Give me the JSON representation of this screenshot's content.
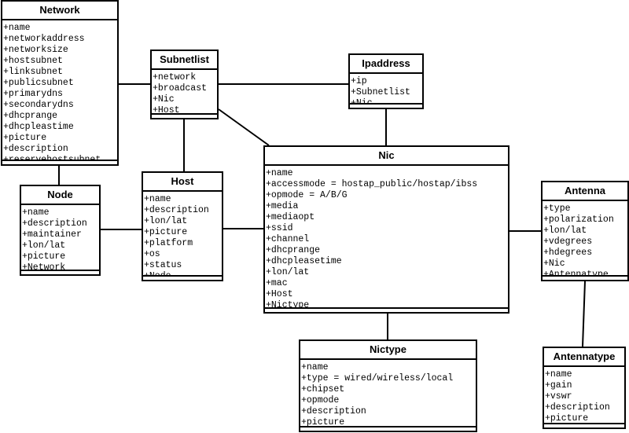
{
  "classes": [
    {
      "id": "network",
      "name": "Network",
      "attributes": [
        "+name",
        "+networkaddress",
        "+networksize",
        "+hostsubnet",
        "+linksubnet",
        "+publicsubnet",
        "+primarydns",
        "+secondarydns",
        "+dhcprange",
        "+dhcpleastime",
        "+picture",
        "+description",
        "+reservehostsubnet"
      ]
    },
    {
      "id": "subnetlist",
      "name": "Subnetlist",
      "attributes": [
        "+network",
        "+broadcast",
        "+Nic",
        "+Host"
      ]
    },
    {
      "id": "ipaddress",
      "name": "Ipaddress",
      "attributes": [
        "+ip",
        "+Subnetlist",
        "+Nic"
      ]
    },
    {
      "id": "nic",
      "name": "Nic",
      "attributes": [
        "+name",
        "+accessmode = hostap_public/hostap/ibss",
        "+opmode = A/B/G",
        "+media",
        "+mediaopt",
        "+ssid",
        "+channel",
        "+dhcprange",
        "+dhcpleasetime",
        "+lon/lat",
        "+mac",
        "+Host",
        "+Nictype"
      ]
    },
    {
      "id": "node",
      "name": "Node",
      "attributes": [
        "+name",
        "+description",
        "+maintainer",
        "+lon/lat",
        "+picture",
        "+Network"
      ]
    },
    {
      "id": "host",
      "name": "Host",
      "attributes": [
        "+name",
        "+description",
        "+lon/lat",
        "+picture",
        "+platform",
        "+os",
        "+status",
        "+Node"
      ]
    },
    {
      "id": "antenna",
      "name": "Antenna",
      "attributes": [
        "+type",
        "+polarization",
        "+lon/lat",
        "+vdegrees",
        "+hdegrees",
        "+Nic",
        "+Antennatype"
      ]
    },
    {
      "id": "nictype",
      "name": "Nictype",
      "attributes": [
        "+name",
        "+type = wired/wireless/local",
        "+chipset",
        "+opmode",
        "+description",
        "+picture"
      ]
    },
    {
      "id": "antennatype",
      "name": "Antennatype",
      "attributes": [
        "+name",
        "+gain",
        "+vswr",
        "+description",
        "+picture"
      ]
    }
  ],
  "associations": [
    [
      "network",
      "subnetlist"
    ],
    [
      "subnetlist",
      "ipaddress"
    ],
    [
      "subnetlist",
      "nic"
    ],
    [
      "subnetlist",
      "host"
    ],
    [
      "ipaddress",
      "nic"
    ],
    [
      "network",
      "node"
    ],
    [
      "node",
      "host"
    ],
    [
      "host",
      "nic"
    ],
    [
      "nic",
      "antenna"
    ],
    [
      "nic",
      "nictype"
    ],
    [
      "antenna",
      "antennatype"
    ]
  ]
}
